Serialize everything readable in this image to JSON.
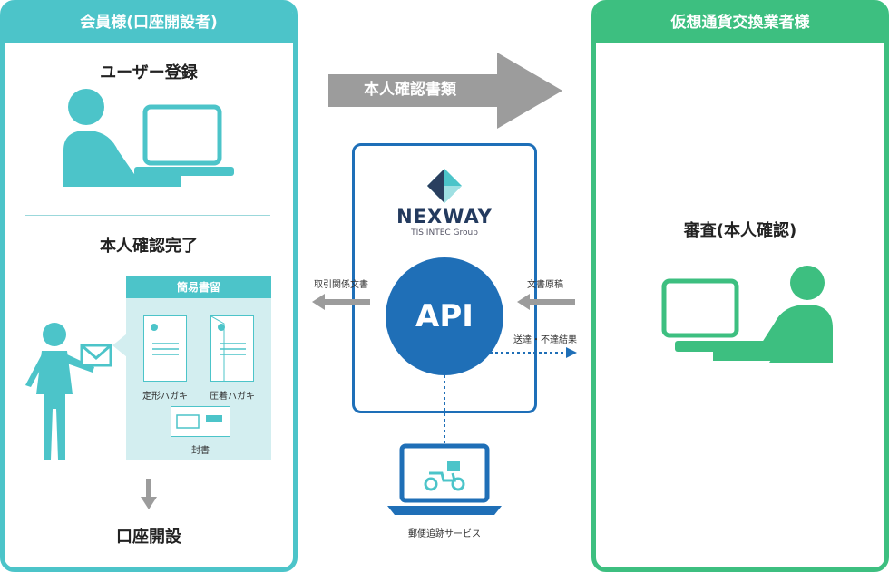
{
  "left_panel": {
    "title": "会員様(口座開設者)",
    "step_register": "ユーザー登録",
    "step_complete": "本人確認完了",
    "mail_box_title": "簡易書留",
    "mail_postcard": "定形ハガキ",
    "mail_sealed": "圧着ハガキ",
    "mail_envelope": "封書",
    "step_open": "口座開設"
  },
  "center": {
    "doc_arrow_label": "本人確認書類",
    "logo_name": "NEXWAY",
    "logo_sub": "TIS INTEC Group",
    "api_label": "API",
    "left_arrow_label": "取引関係文書",
    "right_arrow_label": "文書原稿",
    "result_label": "送達・不達結果",
    "tracking_label": "郵便追跡サービス"
  },
  "right_panel": {
    "title": "仮想通貨交換業者様",
    "review_label": "審査(本人確認)"
  },
  "colors": {
    "teal": "#4cc4c9",
    "green": "#3dbf80",
    "blue": "#1f6fb7",
    "gray": "#9c9c9c"
  }
}
